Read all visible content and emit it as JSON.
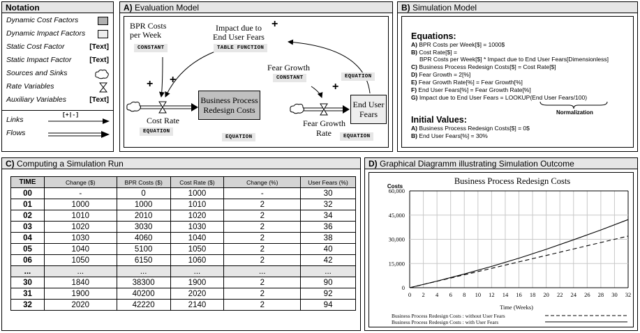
{
  "notation": {
    "title": "Notation",
    "items": [
      {
        "label": "Dynamic Cost Factors",
        "symbol": ""
      },
      {
        "label": "Dynamic Impact Factors",
        "symbol": ""
      },
      {
        "label": "Static Cost Factor",
        "symbol": "[Text]"
      },
      {
        "label": "Static Impact Factor",
        "symbol": "[Text]"
      },
      {
        "label": "Sources and Sinks",
        "symbol": ""
      },
      {
        "label": "Rate Variables",
        "symbol": ""
      },
      {
        "label": "Auxiliary Variables",
        "symbol": "[Text]"
      }
    ],
    "links_label": "Links",
    "links_symbol": "[+|-]",
    "flows_label": "Flows",
    "colors": {
      "dynamic_cost": "#b0b0b0",
      "dynamic_impact": "#eeeeee"
    }
  },
  "eval_model": {
    "header_letter": "A)",
    "header_text": " Evaluation Model",
    "bpr_label_1": "BPR Costs",
    "bpr_label_2": "per Week",
    "constant_tag": "CONSTANT",
    "impact_label_1": "Impact due to",
    "impact_label_2": "End User Fears",
    "table_function_tag": "TABLE FUNCTION",
    "fear_growth_label": "Fear Growth",
    "constant_tag_2": "CONSTANT",
    "equation_tag": "EQUATION",
    "cost_rate_label": "Cost Rate",
    "equation_tag_2": "EQUATION",
    "bprc_label_1": "Business Process",
    "bprc_label_2": "Redesign Costs",
    "equation_tag_3": "EQUATION",
    "fear_growth_rate_1": "Fear Growth",
    "fear_growth_rate_2": "Rate",
    "equation_tag_4": "EQUATION",
    "euf_label_1": "End User",
    "euf_label_2": "Fears",
    "plus": "+"
  },
  "sim_model": {
    "header_letter": "B)",
    "header_text": " Simulation Model",
    "equations_title": "Equations:",
    "equations": [
      {
        "letter": "A)",
        "text": " BPR Costs per Week[$] = 1000$"
      },
      {
        "letter": "B)",
        "text": " Cost Rate[$] ="
      },
      {
        "letter": "",
        "text": "BPR Costs per Week[$] * Impact due to End User Fears[Dimensionless]"
      },
      {
        "letter": "C)",
        "text": " Business Process Redesign Costs[$] = Cost Rate[$]"
      },
      {
        "letter": "D)",
        "text": " Fear Growth = 2[%]"
      },
      {
        "letter": "E)",
        "text": " Fear Growth Rate[%] = Fear Growth[%]"
      },
      {
        "letter": "F)",
        "text": " End User Fears[%] = Fear Growth Rate[%]"
      },
      {
        "letter": "G)",
        "text": " Impact due to End User Fears = LOOKUP(End User Fears/100)"
      }
    ],
    "normalization": "Normalization",
    "initial_title": "Initial Values:",
    "initial": [
      {
        "letter": "A)",
        "text": " Business Process Redesign Costs[$] = 0$"
      },
      {
        "letter": "B)",
        "text": " End User Fears[%] = 30%"
      }
    ]
  },
  "sim_run": {
    "header_letter": "C)",
    "header_text": " Computing a Simulation Run",
    "columns": [
      "TIME",
      "Change ($)",
      "BPR Costs ($)",
      "Cost Rate ($)",
      "Change (%)",
      "User Fears (%)"
    ],
    "rows": [
      [
        "00",
        "-",
        "0",
        "1000",
        "-",
        "30"
      ],
      [
        "01",
        "1000",
        "1000",
        "1010",
        "2",
        "32"
      ],
      [
        "02",
        "1010",
        "2010",
        "1020",
        "2",
        "34"
      ],
      [
        "03",
        "1020",
        "3030",
        "1030",
        "2",
        "36"
      ],
      [
        "04",
        "1030",
        "4060",
        "1040",
        "2",
        "38"
      ],
      [
        "05",
        "1040",
        "5100",
        "1050",
        "2",
        "40"
      ],
      [
        "06",
        "1050",
        "6150",
        "1060",
        "2",
        "42"
      ],
      [
        "...",
        "...",
        "...",
        "...",
        "...",
        "..."
      ],
      [
        "30",
        "1840",
        "38300",
        "1900",
        "2",
        "90"
      ],
      [
        "31",
        "1900",
        "40200",
        "2020",
        "2",
        "92"
      ],
      [
        "32",
        "2020",
        "42220",
        "2140",
        "2",
        "94"
      ]
    ]
  },
  "graph": {
    "header_letter": "D)",
    "header_text": " Graphical Diagramm illustrating Simulation Outcome",
    "legend": [
      "Business Process Redesign Costs : without User Fears",
      "Business Process Redesign Costs : with User Fears"
    ]
  },
  "chart_data": {
    "type": "line",
    "title": "Business Process Redesign Costs",
    "ylabel": "Costs",
    "xlabel": "Time (Weeks)",
    "xlim": [
      0,
      32
    ],
    "ylim": [
      0,
      60000
    ],
    "x_ticks": [
      "0",
      "2",
      "4",
      "6",
      "8",
      "10",
      "12",
      "14",
      "16",
      "18",
      "20",
      "22",
      "24",
      "26",
      "28",
      "30",
      "32"
    ],
    "y_ticks": [
      "0",
      "15,000",
      "30,000",
      "45,000",
      "60,000"
    ],
    "grid": true,
    "legend_position": "bottom",
    "x": [
      0,
      4,
      8,
      12,
      16,
      20,
      24,
      28,
      32
    ],
    "series": [
      {
        "name": "Business Process Redesign Costs : without User Fears",
        "dash": true,
        "values": [
          0,
          4000,
          8000,
          12000,
          16000,
          20000,
          24000,
          28000,
          32000
        ]
      },
      {
        "name": "Business Process Redesign Costs : with User Fears",
        "dash": false,
        "values": [
          0,
          4100,
          8500,
          13200,
          18300,
          23800,
          29700,
          35800,
          42220
        ]
      }
    ]
  }
}
